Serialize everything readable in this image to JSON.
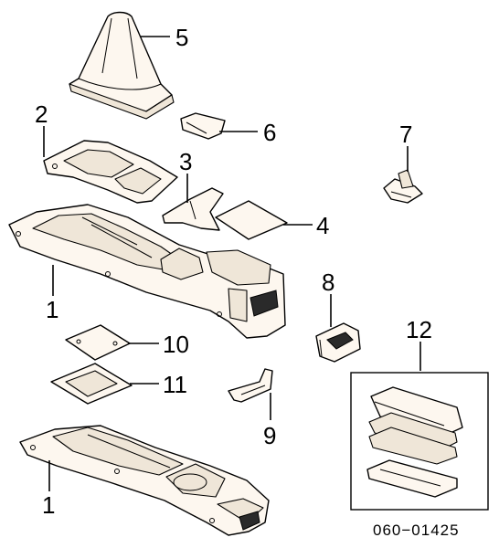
{
  "callouts": {
    "c5": "5",
    "c2": "2",
    "c6": "6",
    "c7": "7",
    "c3": "3",
    "c4": "4",
    "c1a": "1",
    "c8": "8",
    "c12": "12",
    "c10": "10",
    "c11": "11",
    "c9": "9",
    "c1b": "1"
  },
  "diagram_code": "060−01425"
}
